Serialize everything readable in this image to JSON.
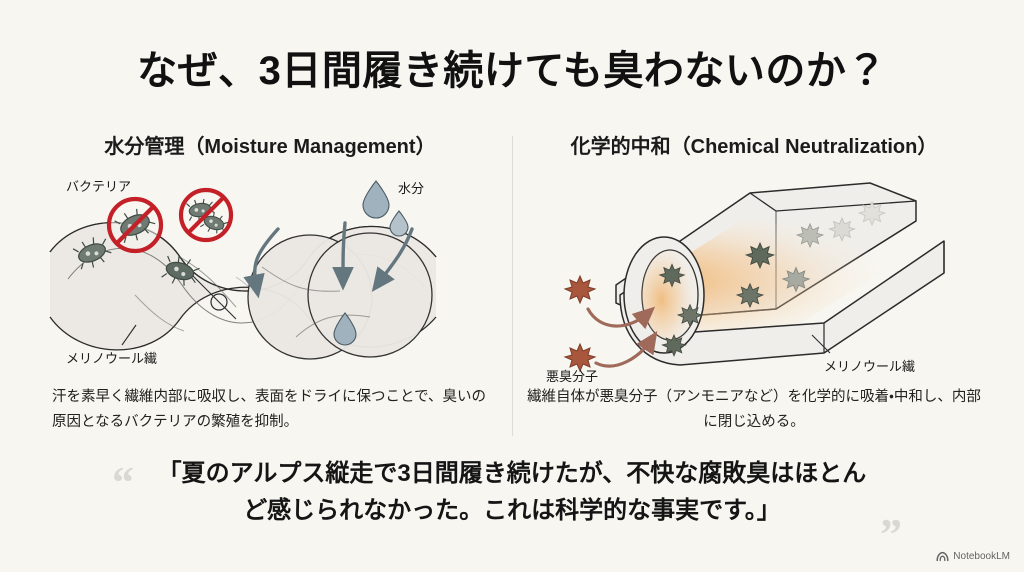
{
  "slide": {
    "background_color": "#f7f6f1",
    "title": "なぜ、3日間履き続けても臭わないのか？"
  },
  "columns": [
    {
      "id": "moisture-management",
      "heading": "水分管理（Moisture Management）",
      "diagram": {
        "type": "wool-fiber-moisture",
        "labels": {
          "bacteria": "バクテリア",
          "moisture": "水分",
          "fiber": "メリノウール繊"
        },
        "colors": {
          "fiber_fill": "#ebe8e3",
          "fiber_stroke": "#2b2b2b",
          "bacteria": "#6e7a72",
          "prohibition": "#c42027",
          "droplet": "#9fb2bd",
          "arrow": "#64767e"
        },
        "bacteria_count": 5,
        "blocked_bacteria_count": 3,
        "droplet_count": 3,
        "arrow_count": 3
      },
      "caption": "汗を素早く繊維内部に吸収し、表面をドライに保つことで、臭いの原因となるバクテリアの繁殖を抑制。"
    },
    {
      "id": "chemical-neutralization",
      "heading": "化学的中和（Chemical Neutralization）",
      "diagram": {
        "type": "wool-fiber-tube",
        "labels": {
          "odor": "悪臭分子",
          "fiber": "メリノウール繊"
        },
        "colors": {
          "tube_fill": "#f0eeea",
          "tube_stroke": "#2b2b2b",
          "odor_molecule": "#a8563c",
          "absorbed_molecule": "#6c7268",
          "neutralized_molecule": "#d8d6d1",
          "glow": "#f3b469",
          "arrow": "#a06a5a"
        },
        "outside_molecules": 2,
        "inside_molecules": 8
      },
      "caption": "繊維自体が悪臭分子（アンモニアなど）を化学的に吸着・中和し、内部に閉じ込める。"
    }
  ],
  "quote": {
    "open_mark": "“",
    "close_mark": "”",
    "line1": "「夏のアルプス縦走で3日間履き続けたが、不快な腐敗臭はほとん",
    "line2": "ど感じられなかった。これは科学的な事実です。」"
  },
  "watermark": {
    "label": "NotebookLM"
  }
}
